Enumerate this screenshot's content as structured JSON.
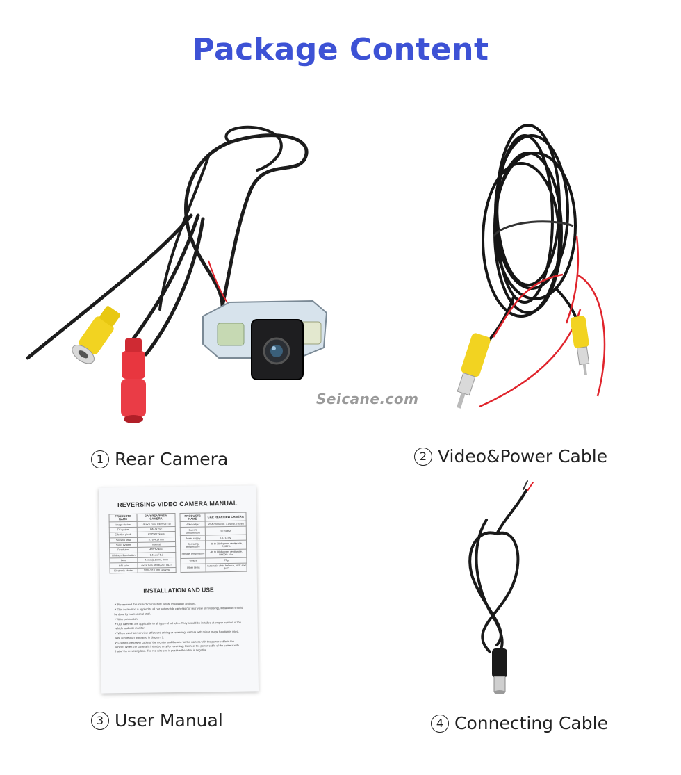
{
  "title": "Package Content",
  "watermark": "Seicane.com",
  "items": [
    {
      "num": "1",
      "label": "Rear Camera"
    },
    {
      "num": "2",
      "label": "Video&Power Cable"
    },
    {
      "num": "3",
      "label": "User Manual"
    },
    {
      "num": "4",
      "label": "Connecting Cable"
    }
  ],
  "manual": {
    "title": "REVERSING VIDEO CAMERA MANUAL",
    "col_product": "PRODUCTS NAME",
    "col_camera": "CAR REARVIEW CAMERA",
    "left_rows": [
      [
        "Image device",
        "1/4 inch color CMOS/CCD"
      ],
      [
        "TV system",
        "PAL/NTSC"
      ],
      [
        "Effective pixels",
        "628*582 pixels"
      ],
      [
        "Sensing area",
        "5.78*4.19 mm"
      ],
      [
        "Sync. system",
        "Internal"
      ],
      [
        "Resolution",
        "420 TV lines"
      ],
      [
        "Minimum illumination",
        "0.5Lux/F1.2"
      ],
      [
        "Lens",
        "f.6mm(2.8mm), 9mm"
      ],
      [
        "S/N ratio",
        "more than 48dB(AGC OFF)"
      ],
      [
        "Electronic shutter",
        "1/50~1/10,000 seconds"
      ]
    ],
    "right_rows": [
      [
        "Video output",
        "RCA connector, 1.0Vp-p, 75ohm"
      ],
      [
        "Current consumption",
        "<=150mA"
      ],
      [
        "Power supply",
        "DC 12.0V"
      ],
      [
        "Operating temperature",
        "-30 to 30 degrees centigrade, RH85%"
      ],
      [
        "Storage temperature",
        "-40 to 80 degrees centigrade, RH90% Max"
      ],
      [
        "Weight",
        "75g"
      ],
      [
        "Other items",
        "Automatic white balance, AGC and BLC"
      ]
    ],
    "subtitle": "INSTALLATION AND USE",
    "bullets": [
      "Please read this instruction carefully before installation and use.",
      "This instruction is applied to all our automobile cameras (for rear view or reversing), installation should be done by professional staff.",
      "Wire connection.",
      "Our cameras are applicable to all types of vehicles. They should be installed at proper position of the vehicle and with monitor.",
      "When used for rear view at forward driving or reversing, camera with mirror image function is used. Wire connection illustrated in diagram 1.",
      "Connect the power cable of the monitor and the one for the camera with the power cable in the vehicle. When the camera is intended only for reversing, Connect the power cable of the camera with that of the reversing lose. The red wire end is positive the other is negative."
    ]
  },
  "colors": {
    "title": "#3d52d5",
    "cable_black": "#1a1a1a",
    "cable_red": "#e0242c",
    "connector_yellow": "#f2d321",
    "connector_red": "#e8363f"
  }
}
